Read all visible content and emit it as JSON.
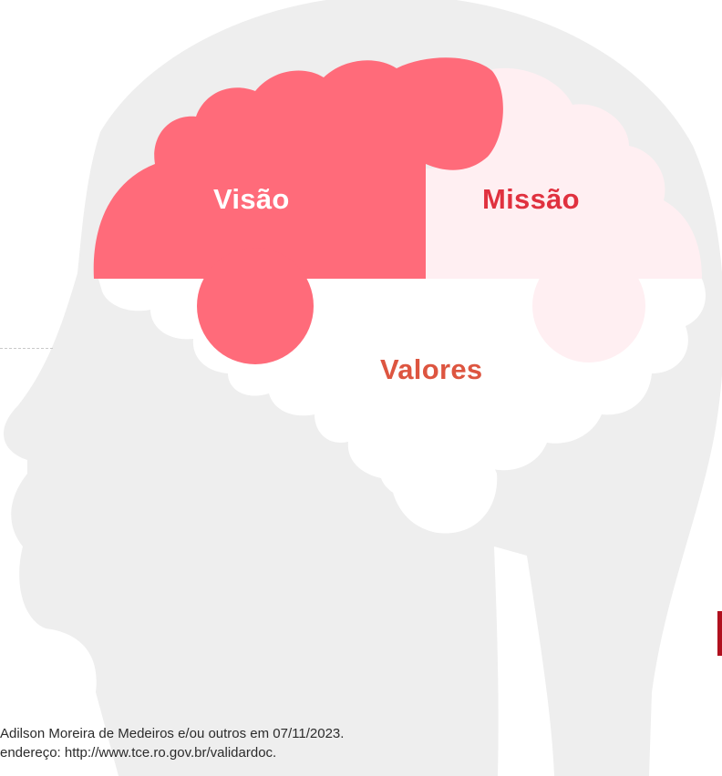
{
  "diagram": {
    "segments": [
      {
        "label": "Visão",
        "fill": "#FF6B7A",
        "text_color": "#FFFFFF"
      },
      {
        "label": "Missão",
        "fill": "#FFEFF2",
        "text_color": "#E0313F"
      },
      {
        "label": "Valores",
        "fill": "#FFFFFF",
        "text_color": "#DD5540"
      }
    ],
    "head_color": "#EEEEEE"
  },
  "footer": {
    "line1": "Adilson Moreira de Medeiros e/ou outros em 07/11/2023.",
    "line2": "endereço: http://www.tce.ro.gov.br/validardoc."
  },
  "accent": "#B0101E"
}
